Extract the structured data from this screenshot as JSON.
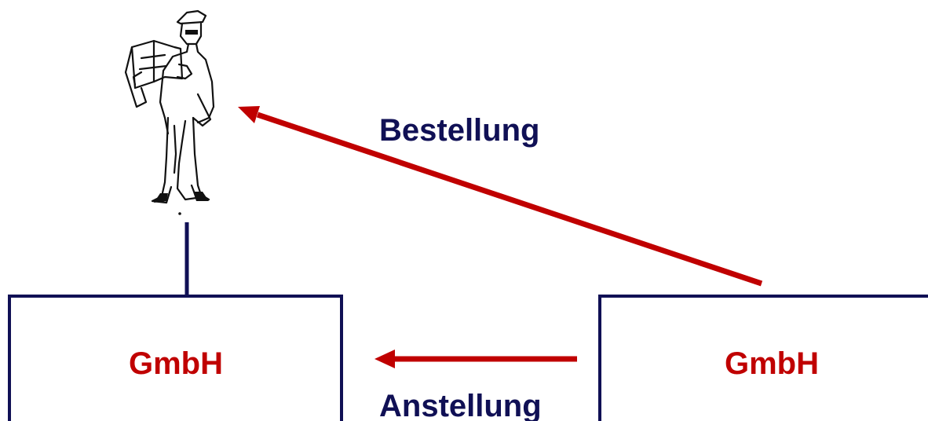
{
  "person": {
    "icon": "person-reading-map-icon"
  },
  "left_box": {
    "label": "GmbH"
  },
  "right_box": {
    "label": "GmbH"
  },
  "relations": {
    "order_label": "Bestellung",
    "employment_label": "Anstellung"
  },
  "colors": {
    "box_border": "#101055",
    "box_label": "#c00000",
    "arrow": "#c00000",
    "relation_label": "#101055"
  }
}
